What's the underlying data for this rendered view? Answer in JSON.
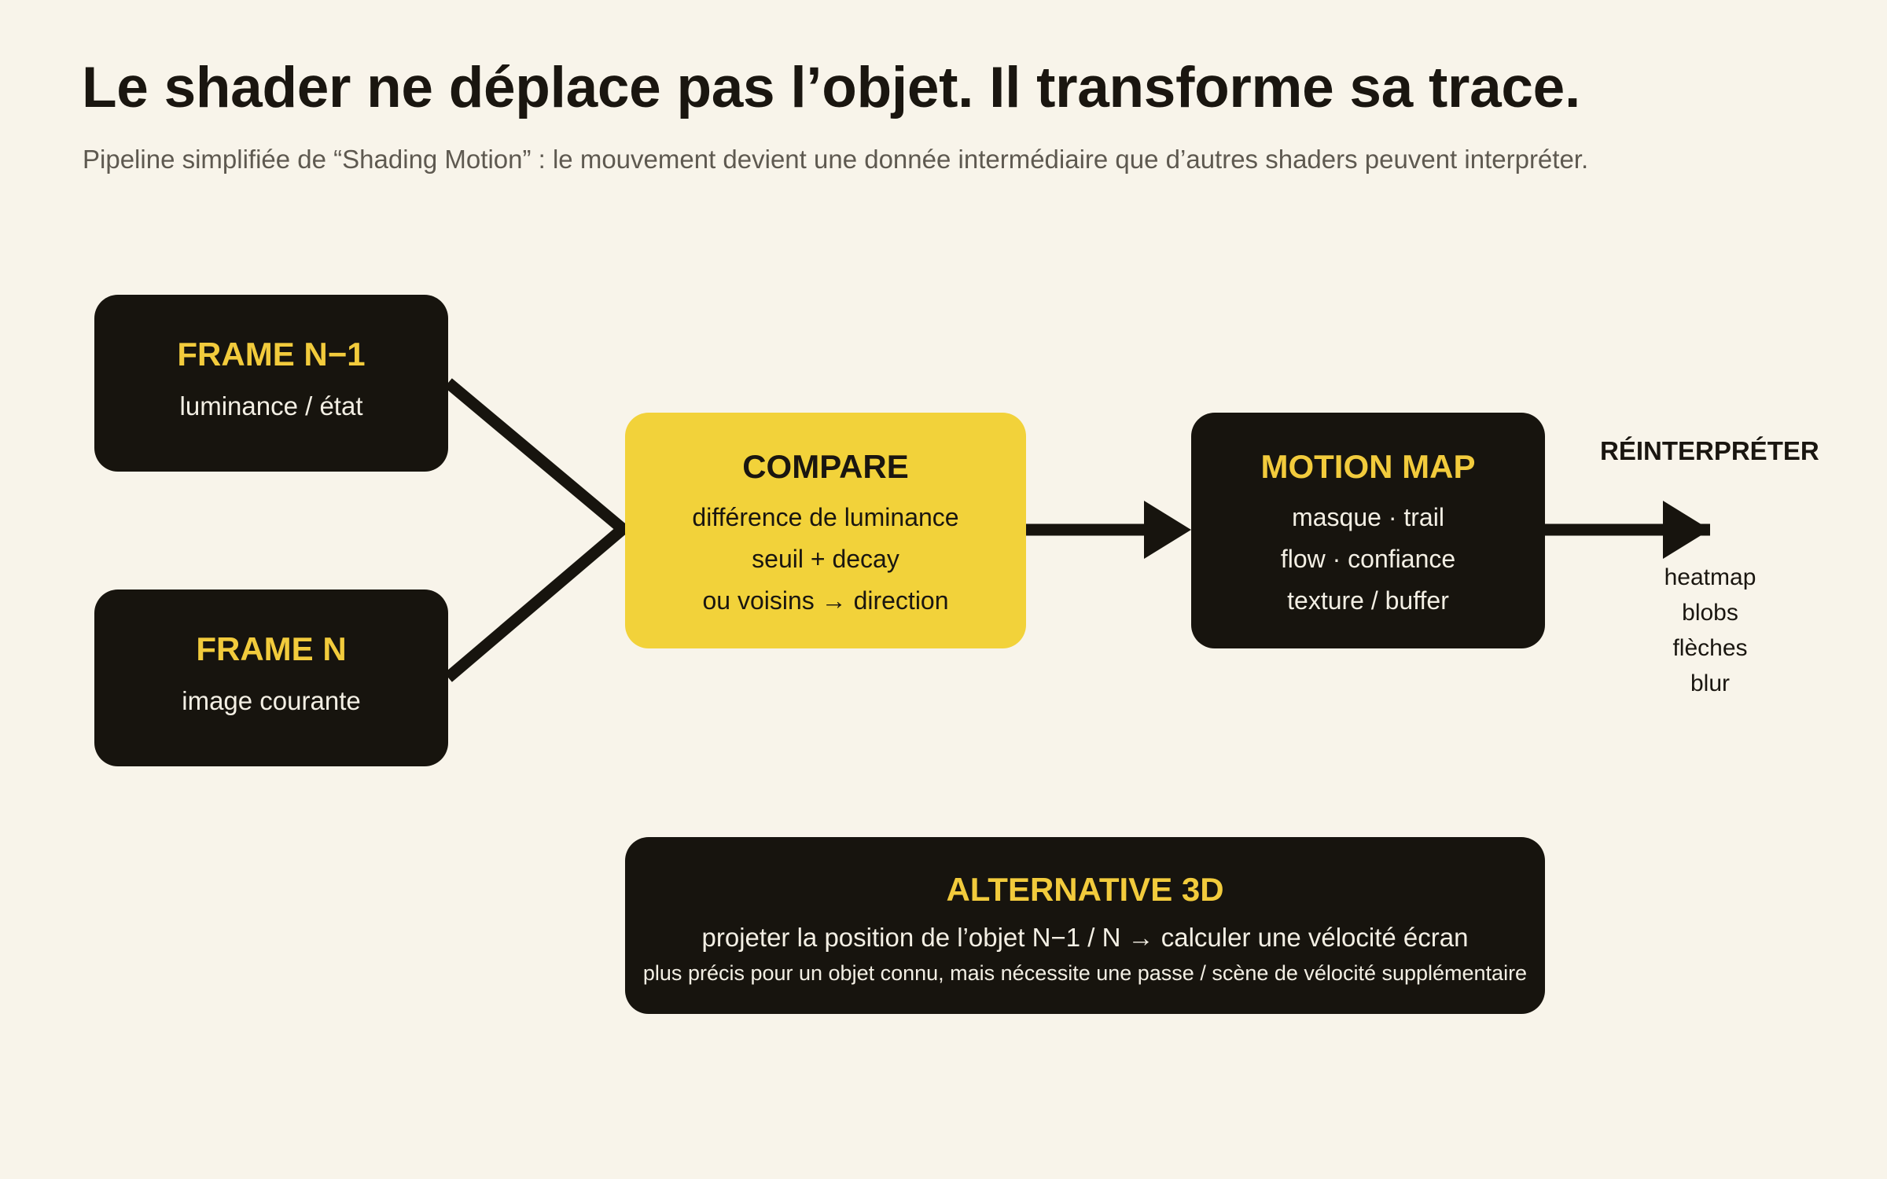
{
  "header": {
    "title": "Le shader ne déplace pas l’objet. Il transforme sa trace.",
    "subtitle": "Pipeline simplifiée de “Shading Motion” : le mouvement devient une donnée intermédiaire que d’autres shaders peuvent interpréter."
  },
  "nodes": {
    "frame_prev": {
      "title": "FRAME N−1",
      "lines": [
        "luminance / état"
      ]
    },
    "frame_cur": {
      "title": "FRAME N",
      "lines": [
        "image courante"
      ]
    },
    "compare": {
      "title": "COMPARE",
      "lines": [
        "différence de luminance",
        "seuil + decay",
        "ou voisins → direction"
      ]
    },
    "motion_map": {
      "title": "MOTION MAP",
      "lines": [
        "masque · trail",
        "flow · confiance",
        "texture / buffer"
      ]
    },
    "alternative": {
      "title": "ALTERNATIVE 3D",
      "description": "projeter la position de l’objet N−1 / N → calculer une vélocité écran",
      "note": "plus précis pour un objet connu, mais nécessite une passe / scène de vélocité supplémentaire"
    }
  },
  "reinterpret": {
    "label": "RÉINTERPRÉTER",
    "outputs": [
      "heatmap",
      "blobs",
      "flèches",
      "blur"
    ]
  },
  "colors": {
    "background": "#f8f4ea",
    "dark_box": "#17140e",
    "accent_yellow": "#f2d23a",
    "title_yellow": "#f2cb3c",
    "text_dark": "#1a1610"
  }
}
